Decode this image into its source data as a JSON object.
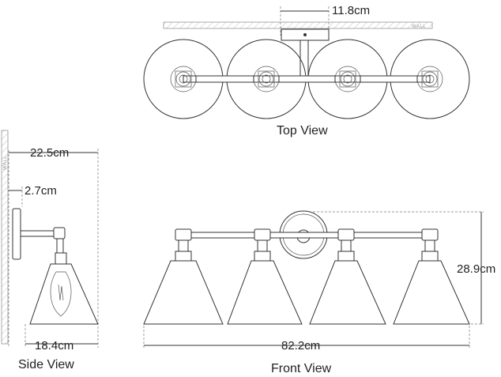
{
  "dimensions": {
    "depth_top": "11.8cm",
    "projection": "22.5cm",
    "backplate_depth": "2.7cm",
    "shade_diameter": "18.4cm",
    "width": "82.2cm",
    "height": "28.9cm"
  },
  "labels": {
    "wall_top": "WALL",
    "wall_side": "WALL"
  },
  "captions": {
    "top_view": "Top View",
    "side_view": "Side View",
    "front_view": "Front View"
  }
}
